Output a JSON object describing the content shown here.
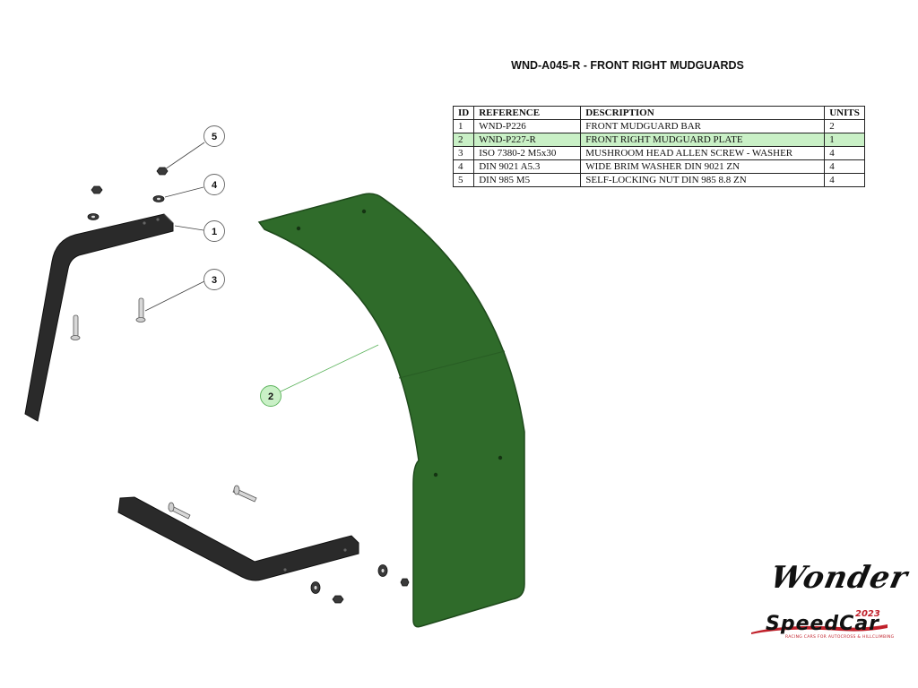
{
  "title": "WND-A045-R - FRONT RIGHT MUDGUARDS",
  "table": {
    "headers": {
      "id": "ID",
      "reference": "REFERENCE",
      "description": "DESCRIPTION",
      "units": "UNITS"
    },
    "rows": [
      {
        "id": "1",
        "reference": "WND-P226",
        "description": "FRONT MUDGUARD BAR",
        "units": "2",
        "highlighted": false
      },
      {
        "id": "2",
        "reference": "WND-P227-R",
        "description": "FRONT RIGHT MUDGUARD PLATE",
        "units": "1",
        "highlighted": true
      },
      {
        "id": "3",
        "reference": "ISO 7380-2 M5x30",
        "description": "MUSHROOM HEAD ALLEN SCREW - WASHER",
        "units": "4",
        "highlighted": false
      },
      {
        "id": "4",
        "reference": "DIN 9021 A5.3",
        "description": "WIDE BRIM WASHER DIN 9021 ZN",
        "units": "4",
        "highlighted": false
      },
      {
        "id": "5",
        "reference": "DIN 985 M5",
        "description": "SELF-LOCKING NUT DIN 985 8.8 ZN",
        "units": "4",
        "highlighted": false
      }
    ]
  },
  "callouts": {
    "c1": "1",
    "c2": "2",
    "c3": "3",
    "c4": "4",
    "c5": "5"
  },
  "colors": {
    "highlight_row": "#c9f0c6",
    "plate_green": "#2f6b2a",
    "bar_black": "#2a2a2a",
    "callout_highlight": "#c9f0c6",
    "brand_red": "#c0202a"
  },
  "branding": {
    "wonder_logo": "Wonder",
    "speedcar_logo": "SpeedCar",
    "speedcar_year": "2023",
    "speedcar_tagline": "RACING CARS FOR AUTOCROSS & HILLCLIMBING"
  }
}
